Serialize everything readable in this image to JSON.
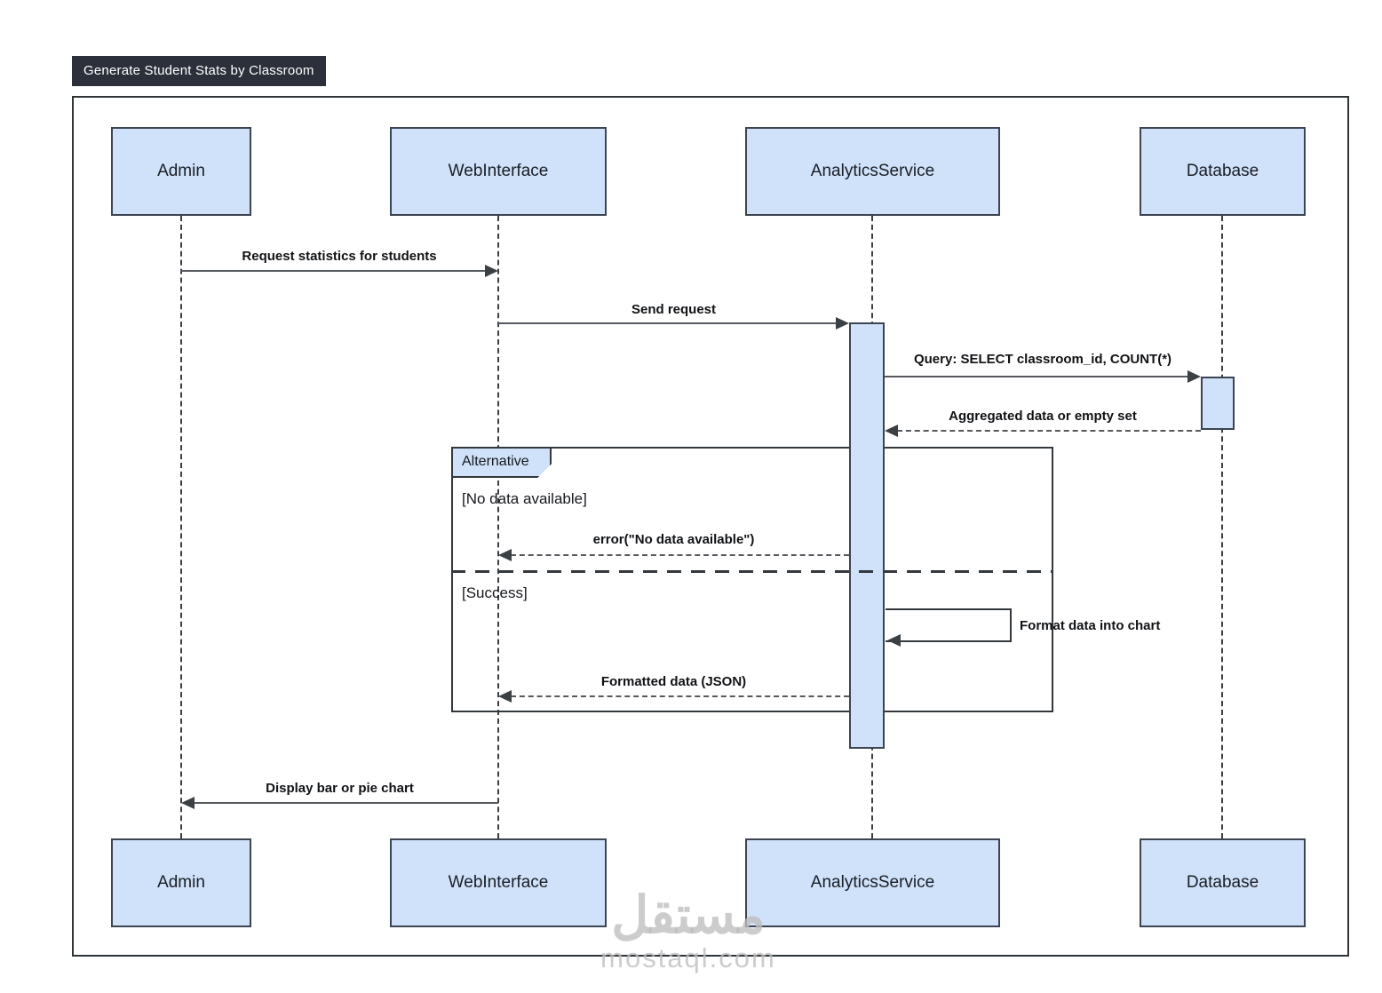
{
  "title": "Generate Student Stats by Classroom",
  "actors": [
    {
      "name": "Admin"
    },
    {
      "name": "WebInterface"
    },
    {
      "name": "AnalyticsService"
    },
    {
      "name": "Database"
    }
  ],
  "messages": {
    "request_stats": "Request statistics for students",
    "send_request": "Send request",
    "query": "Query: SELECT classroom_id, COUNT(*)",
    "aggregated": "Aggregated data or empty set",
    "error": "error(\"No data available\")",
    "format": "Format data into chart",
    "formatted": "Formatted data (JSON)",
    "display": "Display bar or pie chart"
  },
  "alt": {
    "label": "Alternative",
    "guard_no_data": "[No data available]",
    "guard_success": "[Success]"
  },
  "watermark": {
    "logo": "مستقل",
    "domain": "mostaql.com"
  },
  "colors": {
    "box_fill": "#cfe2fa",
    "box_border": "#3d4451",
    "title_bg": "#2c303b",
    "line": "#55595e",
    "watermark": "#bebebe"
  }
}
